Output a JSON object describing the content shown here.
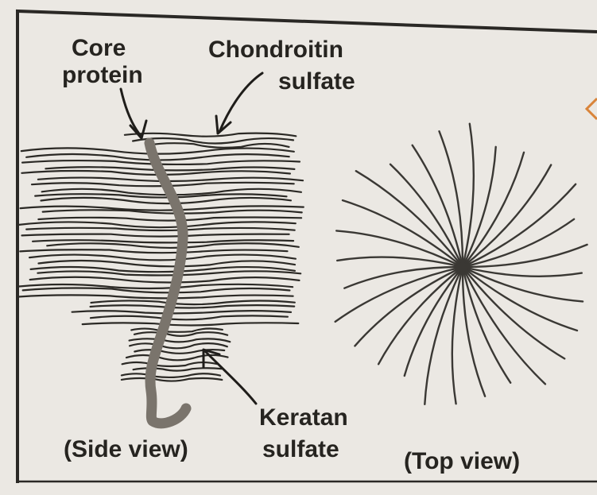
{
  "labels": {
    "core_protein_line1": "Core",
    "core_protein_line2": "protein",
    "chondroitin_line1": "Chondroitin",
    "chondroitin_line2": "sulfate",
    "keratan_line1": "Keratan",
    "keratan_line2": "sulfate",
    "side_view": "(Side view)",
    "top_view": "(Top view)"
  },
  "colors": {
    "background": "#ebe8e3",
    "frame": "#2a2825",
    "ink": "#262420",
    "core_protein": "#7a746c",
    "hub": "#3a3834",
    "corner_mark": "#d9843a"
  },
  "top_view": {
    "arm_count": 28
  }
}
